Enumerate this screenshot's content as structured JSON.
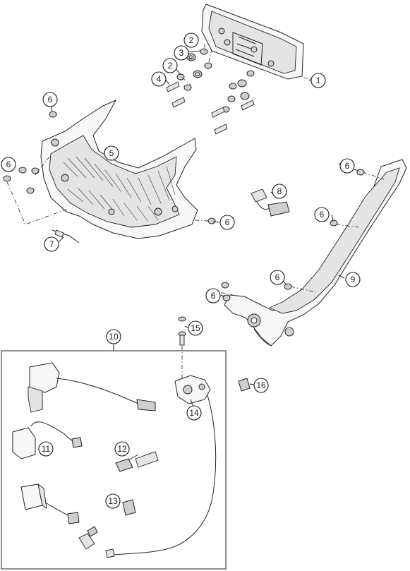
{
  "callouts": [
    {
      "id": "c1",
      "label": "1"
    },
    {
      "id": "c2a",
      "label": "2"
    },
    {
      "id": "c3",
      "label": "3"
    },
    {
      "id": "c2b",
      "label": "2"
    },
    {
      "id": "c4",
      "label": "4"
    },
    {
      "id": "c6a",
      "label": "6"
    },
    {
      "id": "c5",
      "label": "5"
    },
    {
      "id": "c6b",
      "label": "6"
    },
    {
      "id": "c6c",
      "label": "6"
    },
    {
      "id": "c7",
      "label": "7"
    },
    {
      "id": "c8",
      "label": "8"
    },
    {
      "id": "c6d",
      "label": "6"
    },
    {
      "id": "c6e",
      "label": "6"
    },
    {
      "id": "c6f",
      "label": "6"
    },
    {
      "id": "c6g",
      "label": "6"
    },
    {
      "id": "c9",
      "label": "9"
    },
    {
      "id": "c10",
      "label": "10"
    },
    {
      "id": "c15",
      "label": "15"
    },
    {
      "id": "c14",
      "label": "14"
    },
    {
      "id": "c16",
      "label": "16"
    },
    {
      "id": "c11",
      "label": "11"
    },
    {
      "id": "c12",
      "label": "12"
    },
    {
      "id": "c13",
      "label": "13"
    }
  ]
}
